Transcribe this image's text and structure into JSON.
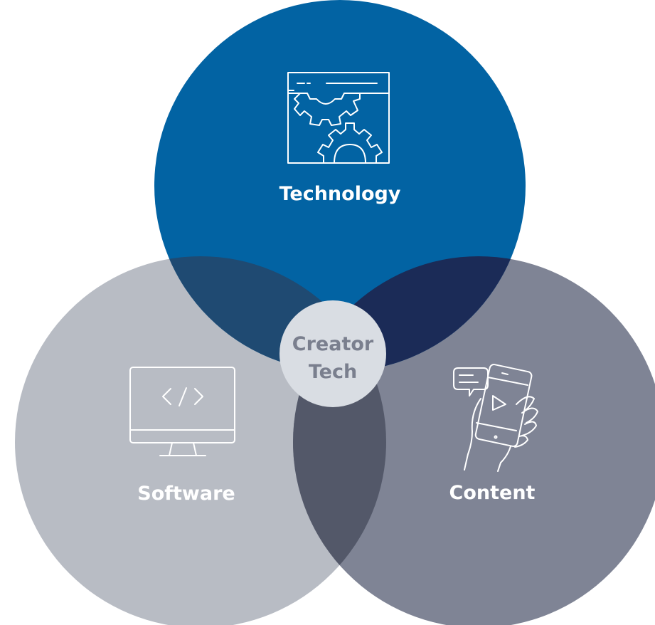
{
  "diagram": {
    "type": "venn",
    "sets": [
      {
        "label": "Technology",
        "icon": "gear-window-icon",
        "color": "#0263a3"
      },
      {
        "label": "Software",
        "icon": "code-monitor-icon",
        "color": "#b8bcc4"
      },
      {
        "label": "Content",
        "icon": "phone-video-icon",
        "color": "#7f8495"
      }
    ],
    "center": {
      "line1": "Creator",
      "line2": "Tech",
      "color": "#d9dde3",
      "text_color": "#7a7f8e"
    },
    "overlap_colors": {
      "technology_software": "#1f4a72",
      "technology_content": "#1b2b57",
      "software_content": "#535869"
    }
  }
}
